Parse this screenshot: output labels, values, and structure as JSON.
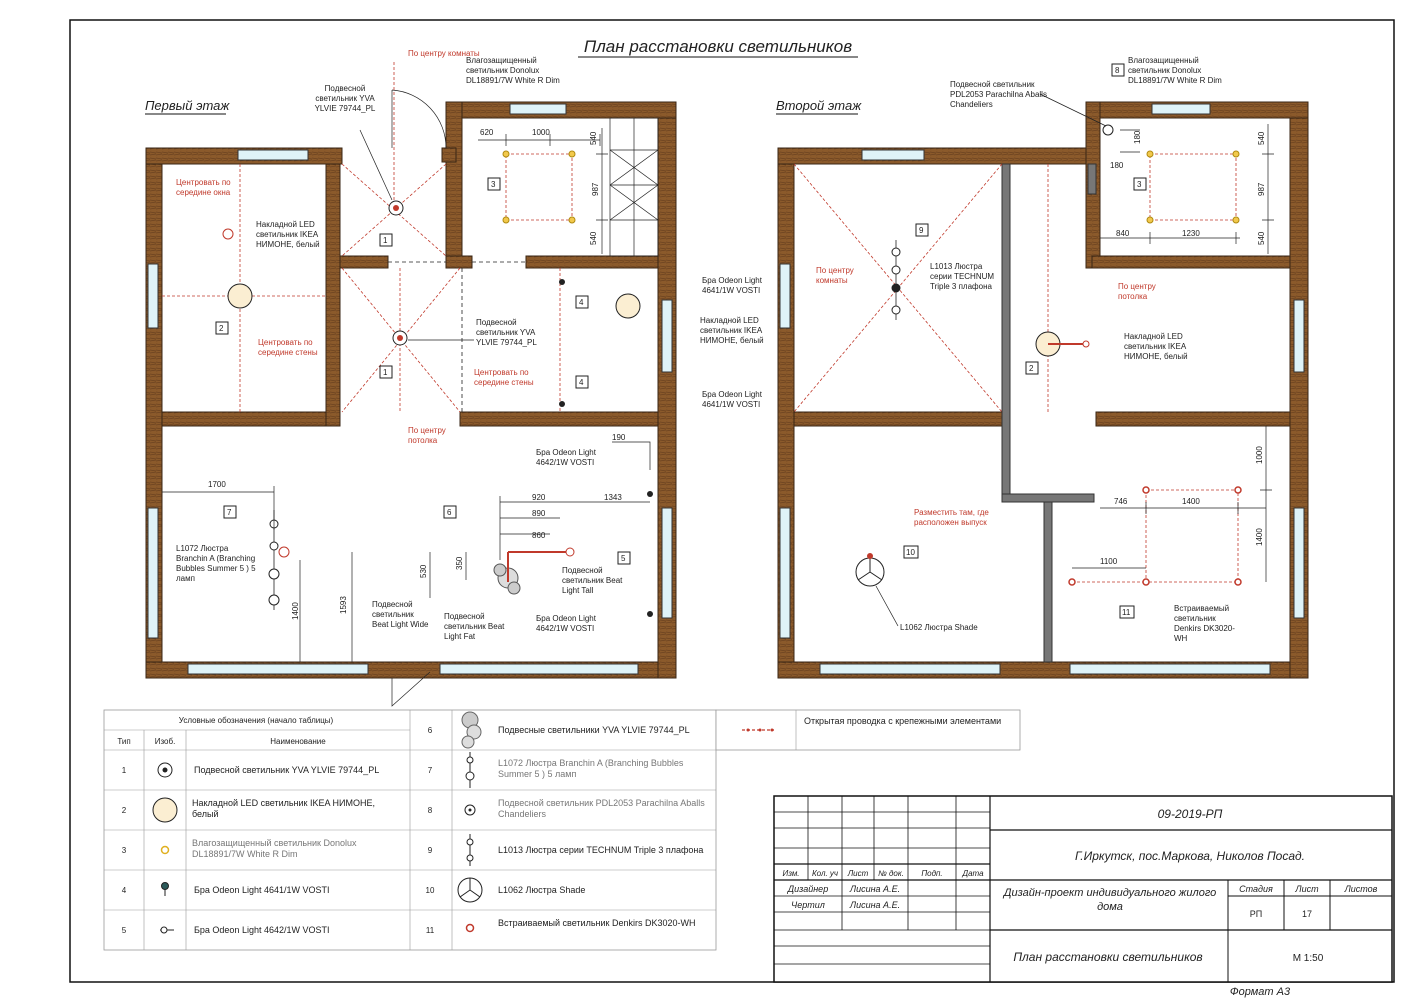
{
  "title": "План расстановки светильников",
  "floor1_label": "Первый этаж",
  "floor2_label": "Второй этаж",
  "f1_notes": {
    "center_room_top": "По центру комнаты",
    "window_center": "Центровать по середине окна",
    "wall_center_left": "Центровать по середине стены",
    "wall_center_mid": "Центровать по середине стены",
    "ceiling_center": "По центру потолка"
  },
  "f1_labels": {
    "pendant_top": "Подвесной светильник YVA YLVIE 79744_PL",
    "moisture": "Влагозащищенный светильник Donolux DL18891/7W White R Dim",
    "led_left": "Накладной LED светильник IKEA НИМОНЕ, белый",
    "pendant_mid": "Подвесной светильник YVA YLVIE 79744_PL",
    "bra_top": "Бра Odeon Light 4641/1W VOSTI",
    "led_right": "Накладной LED светильник IKEA НИМОНЕ, белый",
    "bra_mid": "Бра Odeon Light 4641/1W VOSTI",
    "bra_4642_top": "Бра Odeon Light 4642/1W VOSTI",
    "branchin": "L1072 Люстра Branchin A (Branching Bubbles Summer 5 ) 5 ламп",
    "beat_tall": "Подвесной светильник Beat Light Tall",
    "beat_wide": "Подвесной светильник Beat Light Wide",
    "beat_fat": "Подвесной светильник Beat Light Fat",
    "bra_4642_bot": "Бра Odeon Light 4642/1W VOSTI"
  },
  "f1_dims": [
    "620",
    "1000",
    "540",
    "987",
    "540",
    "1700",
    "920",
    "1343",
    "890",
    "860",
    "190",
    "530",
    "350",
    "1400",
    "1593"
  ],
  "f2_notes": {
    "room_center": "По центру комнаты",
    "ceiling_center": "По центру потолка",
    "outlet": "Разместить там, где расположен выпуск"
  },
  "f2_labels": {
    "parachilna": "Подвесной светильник PDL2053 Parachilna Aballs Chandeliers",
    "moisture": "Влагозащищенный светильник Donolux DL18891/7W White R Dim",
    "technum": "L1013 Люстра серии TECHNUM Triple 3 плафона",
    "led": "Накладной LED светильник IKEA НИМОНЕ, белый",
    "shade": "L1062 Люстра Shade",
    "denkirs": "Встраиваемый светильник Denkirs DK3020-WH"
  },
  "f2_dims": [
    "180",
    "180",
    "540",
    "987",
    "540",
    "840",
    "1230",
    "1000",
    "746",
    "1400",
    "1400",
    "1100"
  ],
  "markers": [
    "1",
    "2",
    "3",
    "4",
    "5",
    "6",
    "7",
    "8",
    "9",
    "10",
    "11"
  ],
  "legend": {
    "caption": "Условные обозначения (начало таблицы)",
    "headers": [
      "Тип",
      "Изоб.",
      "Наименование"
    ],
    "rows": [
      {
        "type": "1",
        "name": "Подвесной светильник YVA YLVIE 79744_PL"
      },
      {
        "type": "2",
        "name": "Накладной LED светильник IKEA НИМОНЕ, белый"
      },
      {
        "type": "3",
        "name": "Влагозащищенный светильник Donolux DL18891/7W White R Dim"
      },
      {
        "type": "4",
        "name": "Бра Odeon Light 4641/1W VOSTI"
      },
      {
        "type": "5",
        "name": "Бра Odeon Light 4642/1W VOSTI"
      }
    ],
    "rows2": [
      {
        "type": "6",
        "name": "Подвесные светильники YVA YLVIE 79744_PL"
      },
      {
        "type": "7",
        "name": "L1072 Люстра Branchin A (Branching Bubbles Summer 5 ) 5 ламп"
      },
      {
        "type": "8",
        "name": "Подвесной светильник PDL2053 Parachilna Aballs Chandeliers"
      },
      {
        "type": "9",
        "name": "L1013 Люстра серии TECHNUM Triple 3 плафона"
      },
      {
        "type": "10",
        "name": "L1062 Люстра Shade"
      },
      {
        "type": "11",
        "name": "Встраиваемый светильник Denkirs DK3020-WH"
      }
    ],
    "wiring": "Открытая проводка с крепежными элементами"
  },
  "stamp": {
    "code": "09-2019-РП",
    "location": "Г.Иркутск, пос.Маркова, Николов Посад.",
    "cols": [
      "Изм.",
      "Кол. уч",
      "Лист",
      "№ док.",
      "Подп.",
      "Дата"
    ],
    "designer_role": "Дизайнер",
    "designer_name": "Лисина А.Е.",
    "drafter_role": "Чертил",
    "drafter_name": "Лисина А.Е.",
    "project": "Дизайн-проект индивидуального жилого дома",
    "stage_h": "Стадия",
    "sheet_h": "Лист",
    "sheets_h": "Листов",
    "stage": "РП",
    "sheet": "17",
    "sheets": "",
    "drawing": "План расстановки светильников",
    "scale": "М 1:50",
    "format": "Формат А3"
  },
  "colors": {
    "wood": "#8b5a2b",
    "annotation": "#c0392b",
    "window": "#dff3f8",
    "partition": "#777777"
  }
}
